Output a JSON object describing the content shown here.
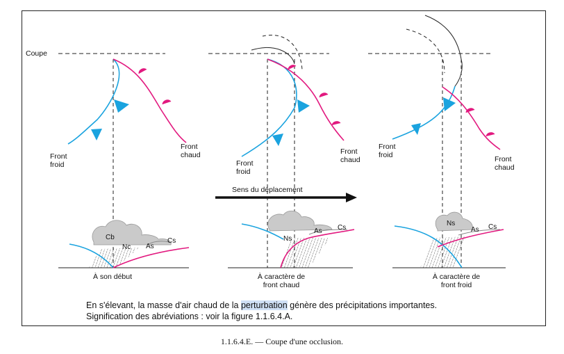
{
  "diagram": {
    "coupe_label": "Coupe",
    "panels": [
      {
        "front_froid": [
          "Front",
          "froid"
        ],
        "front_chaud": [
          "Front",
          "chaud"
        ],
        "clouds": [
          "Cb",
          "Nc",
          "As",
          "Cs"
        ],
        "stage_label": [
          "À son début"
        ]
      },
      {
        "front_froid": [
          "Front",
          "froid"
        ],
        "front_chaud": [
          "Front",
          "chaud"
        ],
        "clouds": [
          "Ns",
          "As",
          "Cs"
        ],
        "stage_label": [
          "À caractère de",
          "front chaud"
        ]
      },
      {
        "front_froid": [
          "Front",
          "froid"
        ],
        "front_chaud": [
          "Front",
          "chaud"
        ],
        "clouds": [
          "Ns",
          "As",
          "Cs"
        ],
        "stage_label": [
          "À caractère de",
          "front froid"
        ]
      }
    ],
    "arrow_label": "Sens du déplacement",
    "caption_line1_before": "En s'élevant, la masse d'air chaud de la ",
    "caption_line1_highlight": "perturbation",
    "caption_line1_after": " génère des précipitations importantes.",
    "caption_line2": "Signification des abréviations : voir la figure 1.1.6.4.A."
  },
  "figure_caption": "1.1.6.4.E. — Coupe d'une occlusion.",
  "colors": {
    "cold_front": "#1aa3df",
    "warm_front": "#e2197f",
    "cloud": "#c9c9c9"
  }
}
